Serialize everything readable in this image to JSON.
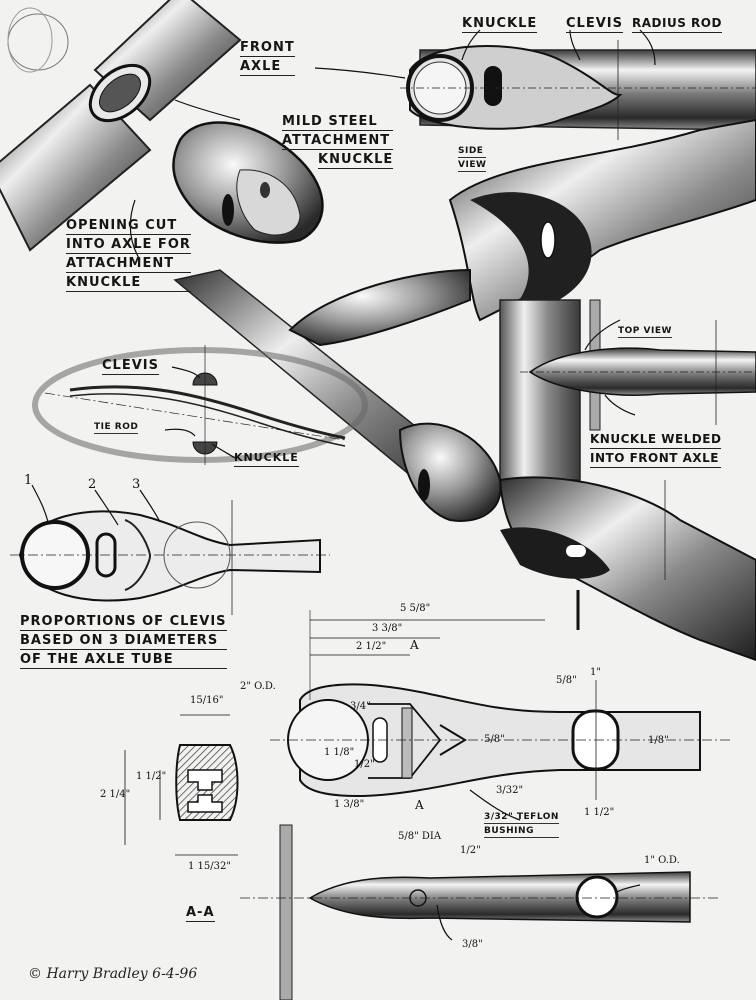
{
  "labels": {
    "front_axle": [
      "FRONT",
      "AXLE"
    ],
    "knuckle_top": "KNUCKLE",
    "clevis_top": "CLEVIS",
    "radius_rod": "RADIUS ROD",
    "mild_steel": [
      "MILD STEEL",
      "ATTACHMENT",
      "KNUCKLE"
    ],
    "side_view": [
      "SIDE",
      "VIEW"
    ],
    "opening_cut": [
      "OPENING CUT",
      "INTO AXLE FOR",
      "ATTACHMENT",
      "KNUCKLE"
    ],
    "clevis_mid": "CLEVIS",
    "tie_rod": "TIE ROD",
    "knuckle_mid": "KNUCKLE",
    "top_view": "TOP VIEW",
    "welded": [
      "KNUCKLE WELDED",
      "INTO FRONT AXLE"
    ],
    "proportions": [
      "PROPORTIONS OF CLEVIS",
      "BASED ON 3 DIAMETERS",
      "OF THE AXLE TUBE"
    ],
    "teflon": [
      "3/32\" TEFLON",
      "BUSHING"
    ],
    "section": "A-A"
  },
  "callouts": [
    "1",
    "2",
    "3"
  ],
  "dimensions": {
    "d_5_5_8": "5 5/8\"",
    "d_3_3_8": "3 3/8\"",
    "d_2_1_2": "2 1/2\"",
    "d_a1": "A",
    "d_a2": "A",
    "d_2_od": "2\" O.D.",
    "d_15_16": "15/16\"",
    "d_2_1_4": "2 1/4\"",
    "d_1_1_2_a": "1 1/2\"",
    "d_1_15_32": "1 15/32\"",
    "d_1_3_8_h": "1 3/8\"",
    "d_1_1_8": "1 1/8\"",
    "d_3_4": "3/4\"",
    "d_1_half": "1/2\"",
    "d_5_8_v": "5/8\"",
    "d_3_32": "3/32\"",
    "d_5_8_r": "5/8\"",
    "d_1_in": "1\"",
    "d_1_8": "1/8\"",
    "d_1_1_2_b": "1 1/2\"",
    "d_5_8_dia": "5/8\" DIA",
    "d_1_2_b": "1/2\"",
    "d_1_od": "1\" O.D.",
    "d_3_8": "3/8\""
  },
  "signature": "© Harry Bradley 6-4-96"
}
